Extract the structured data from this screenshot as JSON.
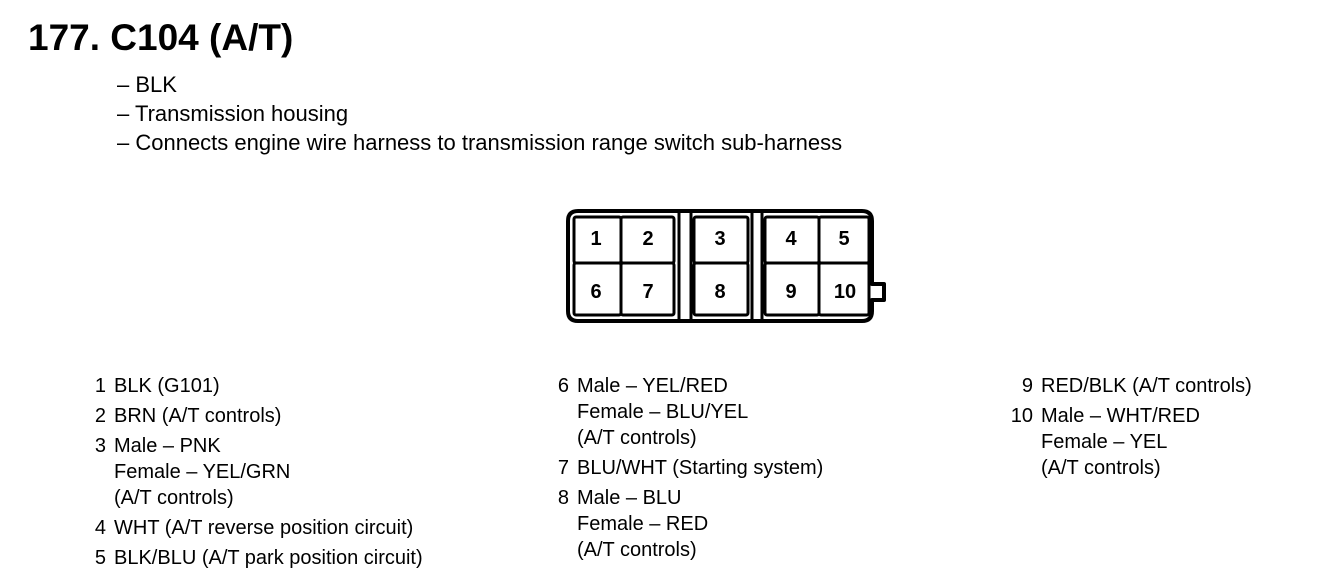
{
  "title": "177. C104 (A/T)",
  "description": [
    "– BLK",
    "– Transmission housing",
    "– Connects engine wire harness to transmission range switch sub-harness"
  ],
  "connector": {
    "top_row": [
      "1",
      "2",
      "3",
      "4",
      "5"
    ],
    "bottom_row": [
      "6",
      "7",
      "8",
      "9",
      "10"
    ]
  },
  "columns": [
    [
      {
        "num": "1",
        "lines": [
          "BLK (G101)"
        ]
      },
      {
        "num": "2",
        "lines": [
          "BRN (A/T controls)"
        ]
      },
      {
        "num": "3",
        "lines": [
          "Male – PNK",
          "Female – YEL/GRN",
          "(A/T controls)"
        ]
      },
      {
        "num": "4",
        "lines": [
          "WHT (A/T reverse position circuit)"
        ]
      },
      {
        "num": "5",
        "lines": [
          "BLK/BLU (A/T park position circuit)"
        ]
      }
    ],
    [
      {
        "num": "6",
        "lines": [
          "Male – YEL/RED",
          "Female – BLU/YEL",
          "(A/T controls)"
        ]
      },
      {
        "num": "7",
        "lines": [
          "BLU/WHT (Starting system)"
        ]
      },
      {
        "num": "8",
        "lines": [
          "Male – BLU",
          "Female – RED",
          "(A/T controls)"
        ]
      }
    ],
    [
      {
        "num": "9",
        "lines": [
          "RED/BLK (A/T controls)"
        ]
      },
      {
        "num": "10",
        "lines": [
          "Male – WHT/RED",
          "Female – YEL",
          "(A/T controls)"
        ]
      }
    ]
  ]
}
